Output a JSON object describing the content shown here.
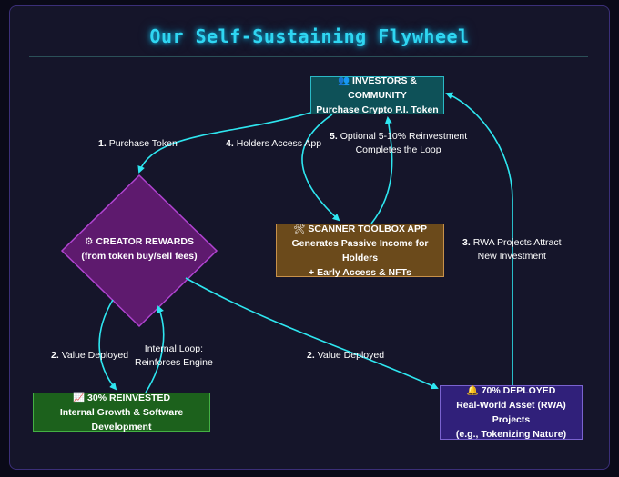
{
  "title": "Our Self-Sustaining Flywheel",
  "nodes": {
    "investors": {
      "icon": "👥",
      "title": "INVESTORS & COMMUNITY",
      "line2": "Purchase Crypto P.I. Token"
    },
    "creator": {
      "icon": "⚙",
      "title": "CREATOR REWARDS",
      "line2": "(from token buy/sell fees)"
    },
    "scanner": {
      "icon": "🛠",
      "title": "SCANNER TOOLBOX APP",
      "line2": "Generates Passive Income for Holders",
      "line3": "+ Early Access & NFTs"
    },
    "reinvested": {
      "icon": "📈",
      "title": "30% REINVESTED",
      "line2": "Internal Growth & Software Development"
    },
    "deployed": {
      "icon": "🔔",
      "title": "70% DEPLOYED",
      "line2": "Real-World Asset (RWA) Projects",
      "line3": "(e.g., Tokenizing Nature)"
    }
  },
  "edge_labels": {
    "purchase": {
      "num": "1.",
      "text": "Purchase Token"
    },
    "holders": {
      "num": "4.",
      "text": "Holders Access App"
    },
    "reinvest": {
      "num": "5.",
      "text": "Optional 5-10% Reinvestment",
      "line2": "Completes the Loop"
    },
    "rwa": {
      "num": "3.",
      "text": "RWA Projects Attract",
      "line2": "New Investment"
    },
    "value_left": {
      "num": "2.",
      "text": "Value Deployed"
    },
    "internal": {
      "text": "Internal Loop:",
      "line2": "Reinforces Engine"
    },
    "value_right": {
      "num": "2.",
      "text": "Value Deployed"
    }
  },
  "colors": {
    "edge": "#2ee6f0",
    "creator_fill": "#5e1a6e",
    "creator_border": "#b044d0"
  }
}
